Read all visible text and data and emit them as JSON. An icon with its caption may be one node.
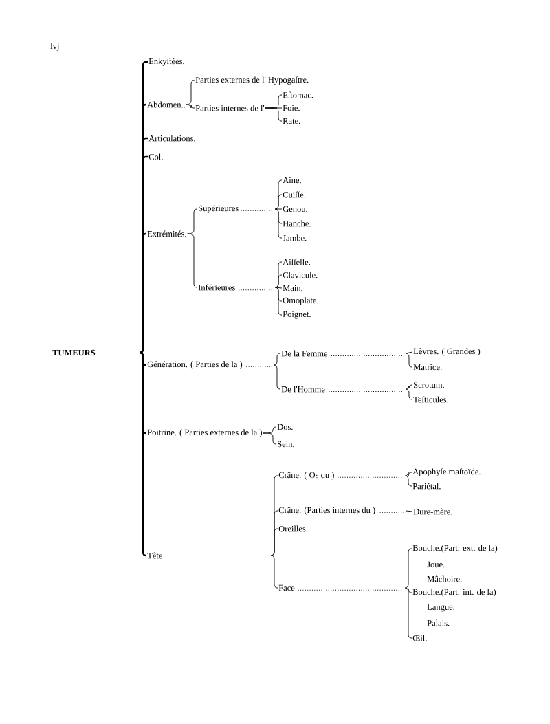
{
  "diagram": {
    "nodes": [
      {
        "text": [
          "TUMEURS"
        ]
      },
      {
        "text": [
          "Enkyſtées."
        ]
      },
      {
        "text": [
          "Abdomen.."
        ]
      },
      {
        "text": [
          "Parties externes de l' Hypogaſtre."
        ]
      },
      {
        "text": [
          "Parties internes de l'"
        ]
      },
      {
        "text": [
          "Eſtomac."
        ]
      },
      {
        "text": [
          "Foie."
        ]
      },
      {
        "text": [
          "Rate."
        ]
      },
      {
        "text": [
          "Articulations."
        ]
      },
      {
        "text": [
          "Col."
        ]
      },
      {
        "text": [
          "Extrémités."
        ]
      },
      {
        "text": [
          "Supérieures"
        ]
      },
      {
        "text": [
          "Aine."
        ]
      },
      {
        "text": [
          "Cuiſſe."
        ]
      },
      {
        "text": [
          "Genou."
        ]
      },
      {
        "text": [
          "Hanche."
        ]
      },
      {
        "text": [
          "Jambe."
        ]
      },
      {
        "text": [
          "Inférieures"
        ]
      },
      {
        "text": [
          "Aiſſelle."
        ]
      },
      {
        "text": [
          "Clavicule."
        ]
      },
      {
        "text": [
          "Main."
        ]
      },
      {
        "text": [
          "Omoplate."
        ]
      },
      {
        "text": [
          "Poignet."
        ]
      },
      {
        "text": [
          "Génération. ( Parties de la )"
        ]
      },
      {
        "text": [
          "De la Femme"
        ]
      },
      {
        "text": [
          "Lèvres. ( Grandes )"
        ]
      },
      {
        "text": [
          "Matrice."
        ]
      },
      {
        "text": [
          "De l'Homme"
        ]
      },
      {
        "text": [
          "Scrotum."
        ]
      },
      {
        "text": [
          "Teſticules."
        ]
      },
      {
        "text": [
          "Poitrine. ( Parties externes de la )"
        ]
      },
      {
        "text": [
          "Dos."
        ]
      },
      {
        "text": [
          "Sein."
        ]
      },
      {
        "text": [
          "Tête"
        ]
      },
      {
        "text": [
          "Crâne. ( Os du )"
        ]
      },
      {
        "text": [
          "Apophyſe maſtoïde."
        ]
      },
      {
        "text": [
          "Pariétal."
        ]
      },
      {
        "text": [
          "Crâne. (Parties internes du )"
        ]
      },
      {
        "text": [
          "Dure-mère."
        ]
      },
      {
        "text": [
          "Oreilles."
        ]
      },
      {
        "text": [
          "Face"
        ]
      },
      {
        "text": [
          "Bouche.(Part. ext. de la)"
        ]
      },
      {
        "text": [
          "Bouche.(Part. int. de la)"
        ]
      },
      {
        "text": [
          "Œil."
        ]
      }
    ],
    "edges": [
      {
        "from": 0,
        "to": 1,
        "arrow": "none",
        "style": "thick"
      },
      {
        "from": 0,
        "to": 2,
        "arrow": "none",
        "style": "thick"
      },
      {
        "from": 0,
        "to": 8,
        "arrow": "none",
        "style": "thick"
      },
      {
        "from": 0,
        "to": 9,
        "arrow": "none",
        "style": "thick"
      },
      {
        "from": 0,
        "to": 10,
        "arrow": "none",
        "style": "thick"
      },
      {
        "from": 0,
        "to": 23,
        "arrow": "none",
        "style": "thick"
      },
      {
        "from": 0,
        "to": 30,
        "arrow": "none",
        "style": "thick"
      },
      {
        "from": 0,
        "to": 33,
        "arrow": "none",
        "style": "thick"
      },
      {
        "from": 2,
        "to": 3,
        "arrow": "none"
      },
      {
        "from": 2,
        "to": 4,
        "arrow": "none"
      },
      {
        "from": 4,
        "to": 5,
        "arrow": "none"
      },
      {
        "from": 4,
        "to": 6,
        "arrow": "none"
      },
      {
        "from": 4,
        "to": 7,
        "arrow": "none"
      },
      {
        "from": 10,
        "to": 11,
        "arrow": "none"
      },
      {
        "from": 10,
        "to": 17,
        "arrow": "none"
      },
      {
        "from": 11,
        "to": 12,
        "arrow": "none"
      },
      {
        "from": 11,
        "to": 13,
        "arrow": "none"
      },
      {
        "from": 11,
        "to": 14,
        "arrow": "none"
      },
      {
        "from": 11,
        "to": 15,
        "arrow": "none"
      },
      {
        "from": 11,
        "to": 16,
        "arrow": "none"
      },
      {
        "from": 17,
        "to": 18,
        "arrow": "none"
      },
      {
        "from": 17,
        "to": 19,
        "arrow": "none"
      },
      {
        "from": 17,
        "to": 20,
        "arrow": "none"
      },
      {
        "from": 17,
        "to": 21,
        "arrow": "none"
      },
      {
        "from": 17,
        "to": 22,
        "arrow": "none"
      },
      {
        "from": 23,
        "to": 24,
        "arrow": "none"
      },
      {
        "from": 23,
        "to": 27,
        "arrow": "none"
      },
      {
        "from": 24,
        "to": 25,
        "arrow": "none"
      },
      {
        "from": 24,
        "to": 26,
        "arrow": "none"
      },
      {
        "from": 27,
        "to": 28,
        "arrow": "none"
      },
      {
        "from": 27,
        "to": 29,
        "arrow": "none"
      },
      {
        "from": 30,
        "to": 31,
        "arrow": "none"
      },
      {
        "from": 30,
        "to": 32,
        "arrow": "none"
      },
      {
        "from": 33,
        "to": 34,
        "arrow": "none"
      },
      {
        "from": 33,
        "to": 37,
        "arrow": "none"
      },
      {
        "from": 33,
        "to": 39,
        "arrow": "none"
      },
      {
        "from": 33,
        "to": 40,
        "arrow": "none"
      },
      {
        "from": 34,
        "to": 35,
        "arrow": "none"
      },
      {
        "from": 34,
        "to": 36,
        "arrow": "none"
      },
      {
        "from": 37,
        "to": 38,
        "arrow": "none"
      },
      {
        "from": 40,
        "to": 41,
        "arrow": "none"
      },
      {
        "from": 40,
        "to": 42,
        "arrow": "none"
      },
      {
        "from": 40,
        "to": 43,
        "arrow": "none"
      }
    ],
    "labels": [
      "lvj",
      "Joue.",
      "Mâchoire.",
      "Langue.",
      "Palais."
    ]
  }
}
